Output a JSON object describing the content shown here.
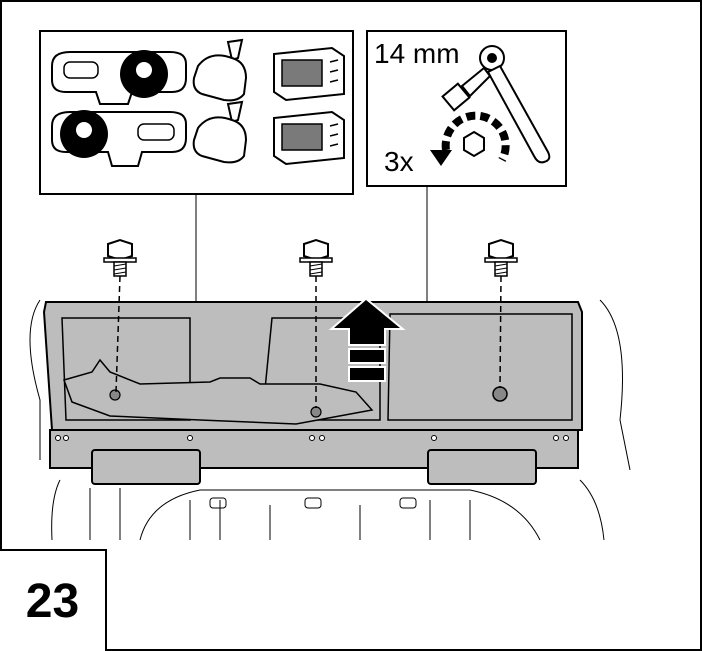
{
  "step": {
    "number": "23"
  },
  "tool": {
    "size_label": "14 mm",
    "count_label": "3x"
  },
  "colors": {
    "panel_fill": "#bdbdbd",
    "outline": "#000000",
    "background": "#ffffff"
  },
  "icons": {
    "variants": [
      "dashboard-lhd-icon",
      "rear-view-mirror-icon",
      "head-unit-icon",
      "dashboard-rhd-icon",
      "rear-view-mirror-icon",
      "head-unit-icon"
    ],
    "tool": "ratchet-wrench-icon",
    "direction": "counterclockwise-arrow-icon",
    "motion": "lift-up-arrow-icon",
    "fastener": "bolt-icon"
  }
}
